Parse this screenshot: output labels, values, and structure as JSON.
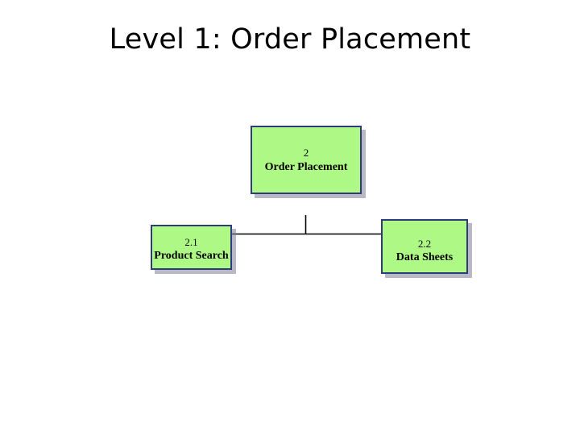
{
  "slide": {
    "title": "Level 1: Order Placement",
    "background_color": "#FFFFFF",
    "title_color": "#000000"
  },
  "diagram": {
    "type": "data-flow-decomposition",
    "style": {
      "box_fill": "#AEF986",
      "box_border": "#2E3B79",
      "box_shadow": "#808096",
      "connector_color": "#000000",
      "text_color": "#000000"
    },
    "nodes": [
      {
        "key": "parent",
        "id": "2",
        "label": "Order Placement",
        "role": "parent-process"
      },
      {
        "key": "child1",
        "id": "2.1",
        "label": "Product Search",
        "role": "child-process"
      },
      {
        "key": "child2",
        "id": "2.2",
        "label": "Data Sheets",
        "role": "child-process"
      }
    ],
    "connectors": [
      {
        "key": "stub",
        "from": "parent",
        "to": "bus",
        "arrow": false
      },
      {
        "key": "to-child1",
        "from": "bus",
        "to": "child1",
        "arrow": true
      },
      {
        "key": "to-child2",
        "from": "bus",
        "to": "child2",
        "arrow": true
      }
    ]
  }
}
